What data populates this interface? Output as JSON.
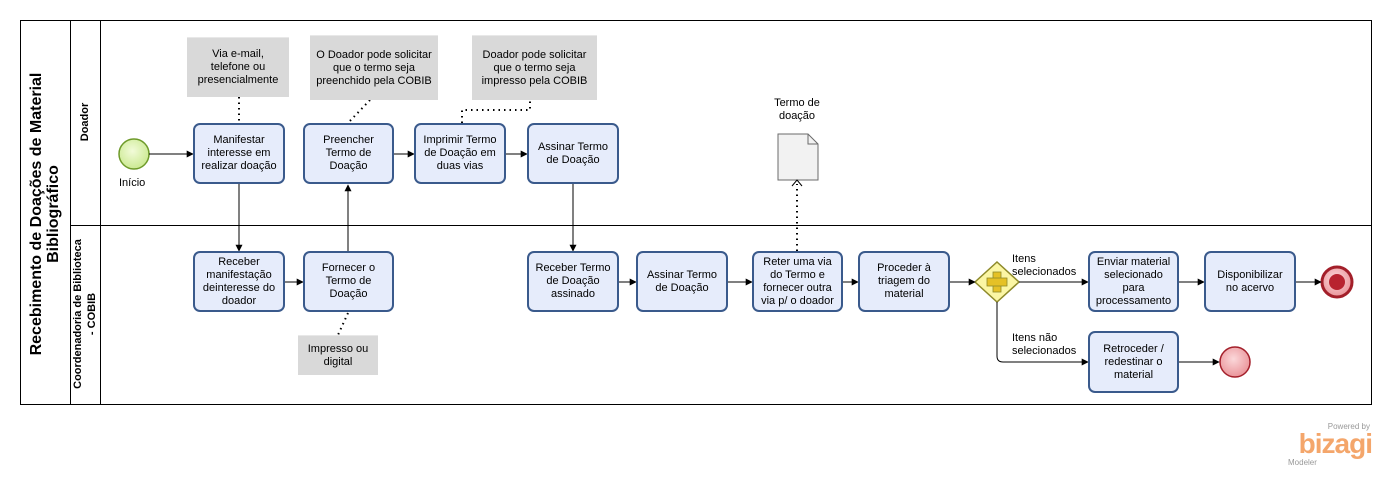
{
  "pool": {
    "title": "Recebimento de Doações de Material Bibliográfico"
  },
  "lanes": {
    "doador": "Doador",
    "cobib": "Coordenadoria de Biblioteca - COBIB"
  },
  "events": {
    "start": "Início"
  },
  "tasks": {
    "manifestar": "Manifestar interesse em realizar doação",
    "preencher": "Preencher Termo de Doação",
    "imprimir": "Imprimir Termo de Doação em duas vias",
    "assinar_doador": "Assinar Termo de Doação",
    "receber_manifestacao": "Receber manifestação deinteresse do doador",
    "fornecer": "Fornecer o Termo de Doação",
    "receber_termo": "Receber Termo de Doação assinado",
    "assinar_cobib": "Assinar Termo de Doação",
    "reter": "Reter uma via do Termo e fornecer outra via p/ o doador",
    "triagem": "Proceder à triagem do material",
    "enviar": "Enviar material selecionado para processamento",
    "disponibilizar": "Disponibilizar no acervo",
    "retroceder": "Retroceder / redestinar o material"
  },
  "annotations": {
    "via_email": "Via e-mail, telefone ou presencialmente",
    "doador_pode_preencher": "O Doador pode solicitar que o termo seja preenchido pela COBIB",
    "doador_pode_impresso": "Doador pode solicitar que o termo seja impresso pela COBIB",
    "impresso_digital": "Impresso ou digital"
  },
  "artifacts": {
    "termo": "Termo de doação"
  },
  "flows": {
    "itens_selecionados": "Itens selecionados",
    "itens_nao_selecionados": "Itens não selecionados"
  },
  "brand": {
    "powered": "Powered by",
    "name": "bizagi",
    "product": "Modeler"
  },
  "colors": {
    "task_fill": "#e6ecfb",
    "task_border": "#3a5a8c",
    "start_fill": "#d2ee9c",
    "start_border": "#6e9a2a",
    "end_fill": "#f0a9ad",
    "end_border": "#a31f2a",
    "gateway_fill": "#fbf6a4",
    "gateway_border": "#8e8a2a",
    "annotation_fill": "#d9d9d9",
    "brand": "#f4a66b"
  }
}
